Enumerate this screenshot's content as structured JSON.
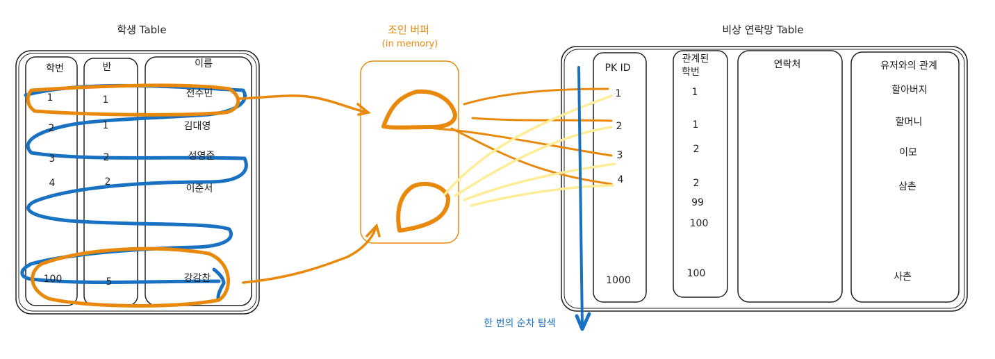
{
  "student_table": {
    "title": "학생 Table",
    "headers": {
      "id": "학번",
      "class": "반",
      "name": "이름"
    },
    "rows": [
      {
        "id": "1",
        "class": "1",
        "name": "전수민"
      },
      {
        "id": "2",
        "class": "1",
        "name": "김대영"
      },
      {
        "id": "3",
        "class": "2",
        "name": "성영준"
      },
      {
        "id": "4",
        "class": "2",
        "name": "이준서"
      },
      {
        "id": "100",
        "class": "5",
        "name": "강감찬"
      }
    ]
  },
  "join_buffer": {
    "title": "조인 버퍼",
    "subtitle": "(in memory)"
  },
  "contact_table": {
    "title": "비상 연락망 Table",
    "headers": {
      "pk": "PK ID",
      "related_line1": "관계된",
      "related_line2": "학번",
      "contact": "연락처",
      "relation": "유저와의 관계"
    },
    "rows": [
      {
        "pk": "1",
        "related": "1",
        "relation": "할아버지"
      },
      {
        "pk": "2",
        "related": "1",
        "relation": "할머니"
      },
      {
        "pk": "3",
        "related": "2",
        "relation": "이모"
      },
      {
        "pk": "4",
        "related": "2",
        "relation": "삼촌"
      },
      {
        "pk": "",
        "related": "99",
        "relation": ""
      },
      {
        "pk": "",
        "related": "100",
        "relation": ""
      },
      {
        "pk": "1000",
        "related": "100",
        "relation": "사촌"
      }
    ]
  },
  "scan_note": "한 번의 순차 탐색",
  "colors": {
    "stroke": "#1e1e1e",
    "orange": "#e8890c",
    "blue": "#1971c2",
    "yellow": "#ffec99"
  }
}
